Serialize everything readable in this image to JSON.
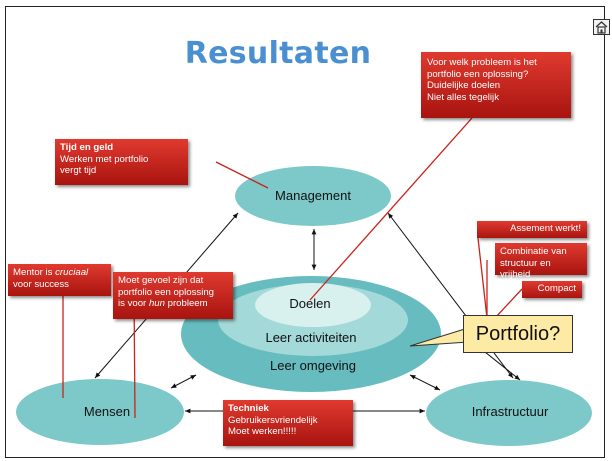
{
  "title": "Resultaten",
  "nodes": {
    "management": "Management",
    "mensen": "Mensen",
    "infrastructuur": "Infrastructuur",
    "doelen": "Doelen",
    "leer_activiteiten": "Leer activiteiten",
    "leer_omgeving": "Leer omgeving"
  },
  "portfolio_label": "Portfolio?",
  "callouts": {
    "tijd_geld": {
      "heading": "Tijd en geld",
      "line1": "Werken met portfolio",
      "line2": "vergt tijd"
    },
    "probleem": {
      "line1": "Voor welk probleem is het",
      "line2": "portfolio een oplossing?",
      "line3": "Duidelijke doelen",
      "line4": "Niet alles tegelijk"
    },
    "mentor": {
      "part1": "Mentor is ",
      "emph": "cruciaal",
      "line2": "voor success"
    },
    "gevoel": {
      "line1": "Moet gevoel zijn dat",
      "line2": "portfolio een oplossing",
      "part3": "is voor ",
      "emph": "hun",
      "part3b": " probleem"
    },
    "techniek": {
      "heading": "Techniek",
      "line1": "Gebruikersvriendelijk",
      "line2": "Moet werken!!!!!"
    },
    "assement": {
      "text": "Assement werkt!"
    },
    "combinatie": {
      "line1": "Combinatie van",
      "line2": "structuur en vrijheid"
    },
    "compact": {
      "text": "Compact"
    }
  },
  "colors": {
    "title": "#4a8fd0",
    "ellipse": "#7dc8c8",
    "callout": "#c8241c",
    "portfolio_box": "#fdeaa4"
  },
  "icons": {
    "home": "home-icon"
  }
}
